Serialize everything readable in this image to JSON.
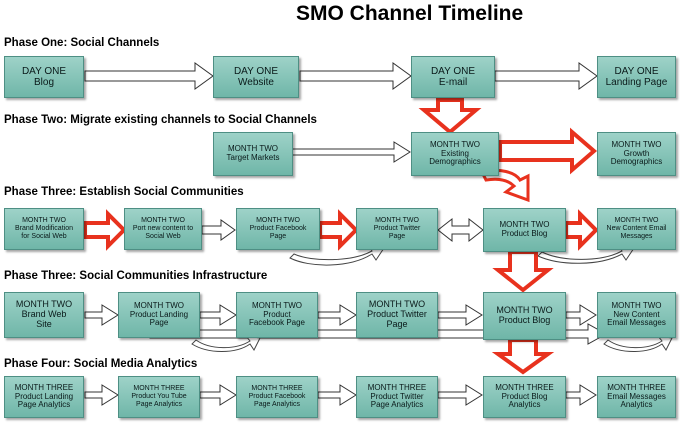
{
  "title": "SMO Channel Timeline",
  "phases": [
    "Phase One: Social Channels",
    "Phase Two: Migrate existing channels to Social Channels",
    "Phase Three: Establish Social Communities",
    "Phase Three: Social Communities Infrastructure",
    "Phase Four: Social Media Analytics"
  ],
  "row1": [
    "DAY ONE\nBlog",
    "DAY ONE\nWebsite",
    "DAY ONE\nE-mail",
    "DAY ONE\nLanding Page"
  ],
  "row2": [
    "MONTH TWO\nTarget Markets",
    "MONTH TWO\nExisting\nDemographics",
    "MONTH TWO\nGrowth\nDemographics"
  ],
  "row3": [
    "MONTH TWO\nBrand Modification\nfor Social Web",
    "MONTH TWO\nPort new content to\nSocial Web",
    "MONTH TWO\nProduct Facebook\nPage",
    "MONTH TWO\nProduct Twitter\nPage",
    "MONTH TWO\nProduct Blog",
    "MONTH TWO\nNew Content Email\nMessages"
  ],
  "row4": [
    "MONTH TWO\nBrand Web\nSite",
    "MONTH TWO\nProduct Landing\nPage",
    "MONTH TWO\nProduct\nFacebook Page",
    "MONTH TWO\nProduct Twitter\nPage",
    "MONTH TWO\nProduct Blog",
    "MONTH TWO\nNew Content\nEmail Messages"
  ],
  "row5": [
    "MONTH THREE\nProduct Landing\nPage Analytics",
    "MONTH THREE\nProduct You Tube\nPage Analytics",
    "MONTH THREE\nProduct Facebook\nPage Analytics",
    "MONTH THREE\nProduct Twitter\nPage Analytics",
    "MONTH THREE\nProduct Blog\nAnalytics",
    "MONTH THREE\nEmail Messages\nAnalytics"
  ],
  "colors": {
    "box_fill": "#8cc8bc",
    "box_border": "#4e8f84",
    "red_arrow": "#e8321e",
    "white_arrow_stroke": "#333333"
  }
}
